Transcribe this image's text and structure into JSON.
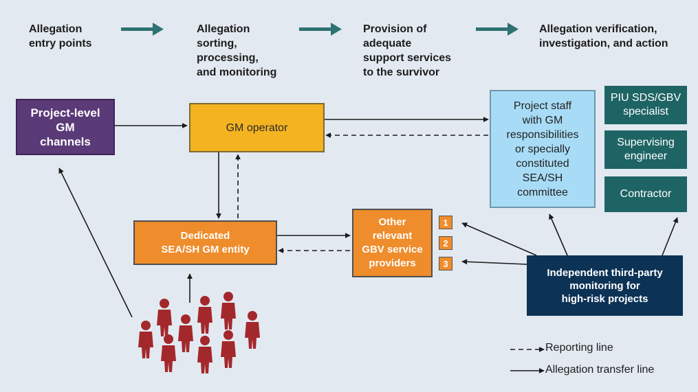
{
  "headers": [
    "Allegation\nentry points",
    "Allegation\nsorting,\nprocessing,\nand monitoring",
    "Provision of\nadequate\nsupport services\nto the survivor",
    "Allegation verification,\ninvestigation, and action"
  ],
  "boxes": {
    "gm_channels": "Project-level\nGM\nchannels",
    "gm_operator": "GM operator",
    "dedicated_entity": "Dedicated\nSEA/SH GM entity",
    "other_providers": "Other\nrelevant\nGBV service\nproviders",
    "project_staff": "Project staff\nwith GM\nresponsibilities\nor specially\nconstituted\nSEA/SH\ncommittee",
    "piu_specialist": "PIU SDS/GBV\nspecialist",
    "supervising_engineer": "Supervising\nengineer",
    "contractor": "Contractor",
    "third_party": "Independent third-party\nmonitoring for\nhigh-risk projects"
  },
  "provider_numbers": [
    "1",
    "2",
    "3"
  ],
  "legend": {
    "reporting": "Reporting line",
    "transfer": "Allegation transfer line"
  },
  "colors": {
    "background": "#e3e9f1",
    "header_arrow": "#2e7271",
    "purple": "#5b3a78",
    "yellow": "#f4b321",
    "orange": "#ef8c2b",
    "light_blue": "#a8dcf6",
    "teal": "#1f6465",
    "navy": "#0c3256",
    "people": "#a3282c"
  },
  "icons": [
    "person-icon"
  ]
}
